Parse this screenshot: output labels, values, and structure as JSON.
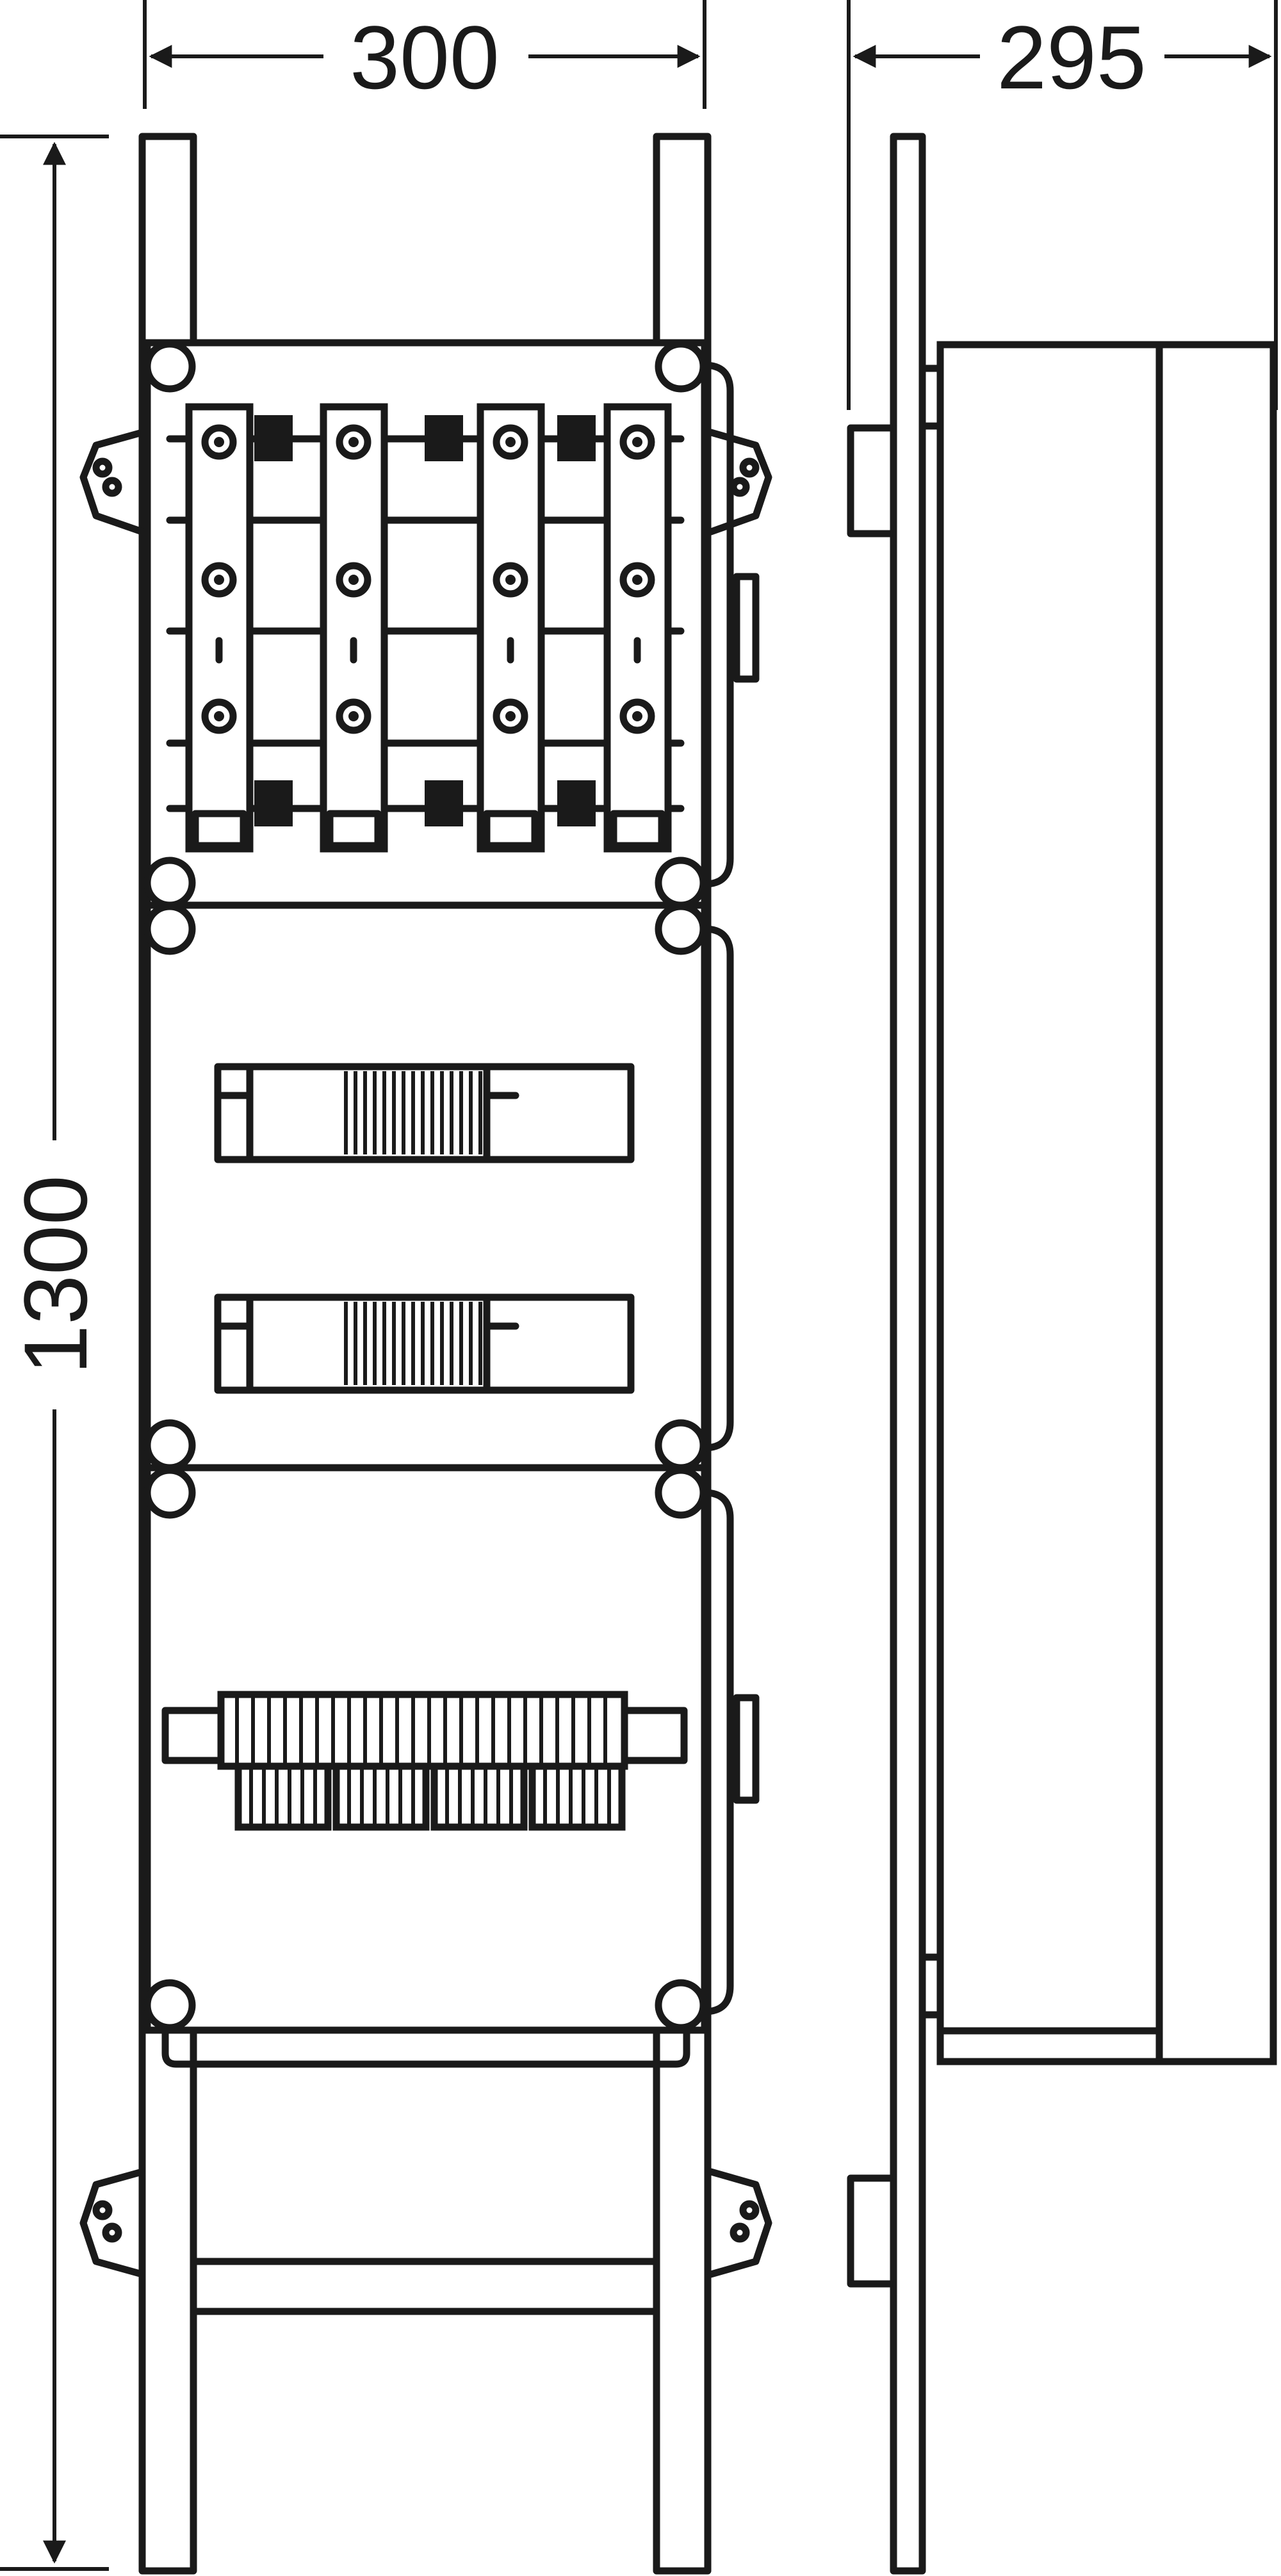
{
  "dimensions": {
    "width_label": "300",
    "depth_label": "295",
    "height_label": "1300"
  },
  "colors": {
    "line": "#1a1a1a",
    "background": "#ffffff"
  }
}
